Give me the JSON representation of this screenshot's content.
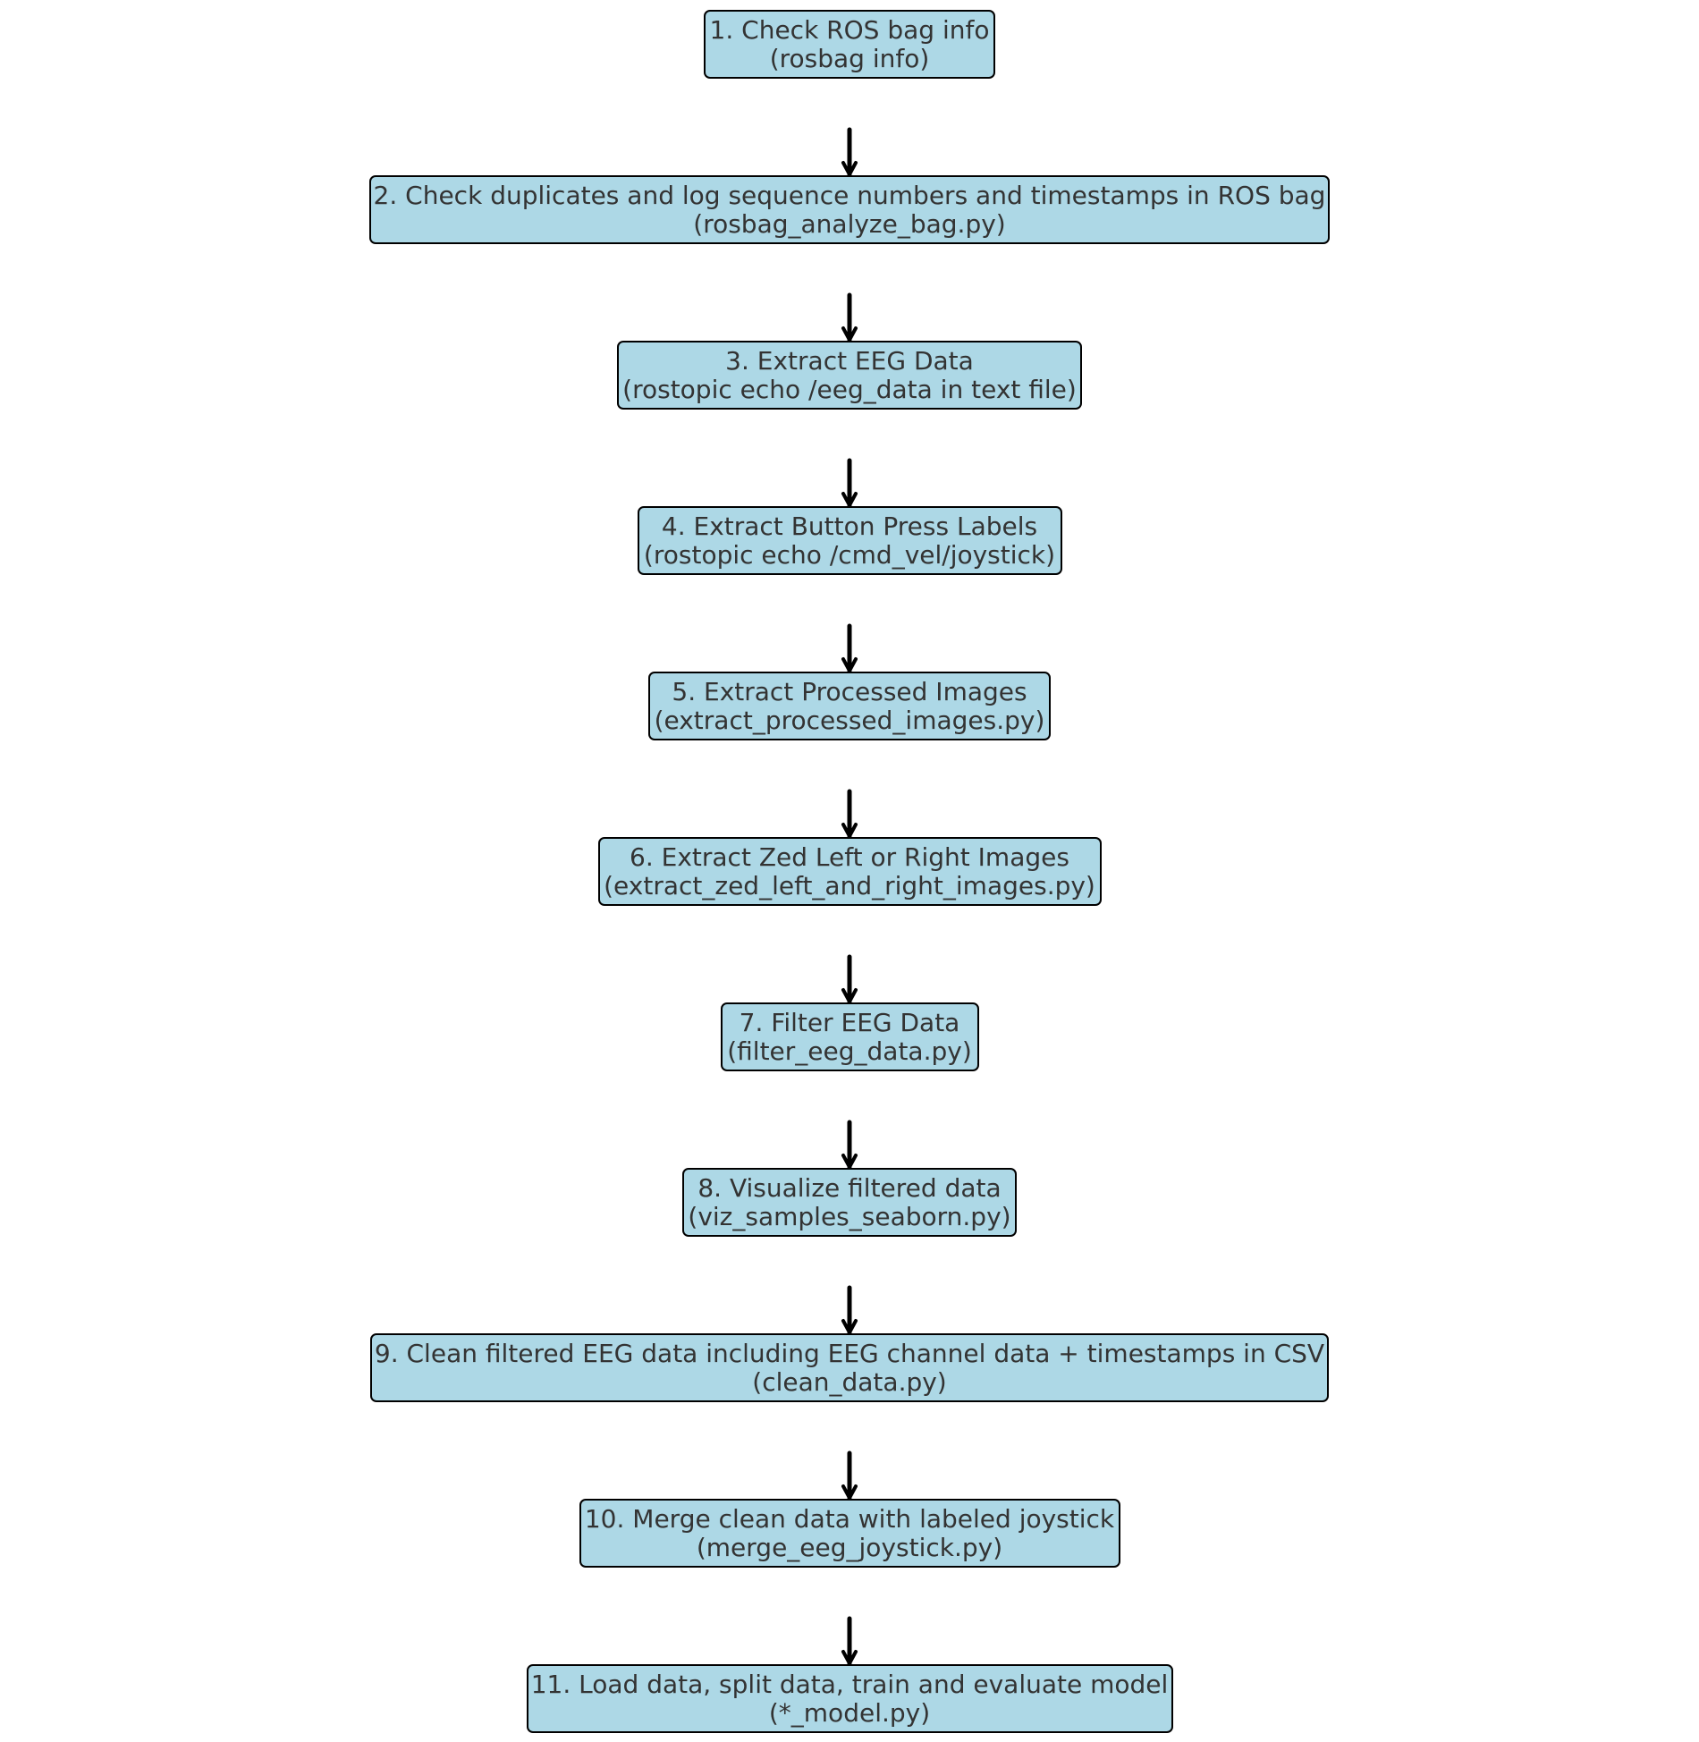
{
  "colors": {
    "box_fill": "#add8e6",
    "box_border": "#000000",
    "text": "#333333",
    "arrow": "#000000"
  },
  "steps": [
    {
      "label": "1. Check ROS bag info",
      "tool": "(rosbag info)"
    },
    {
      "label": "2. Check duplicates and log sequence numbers and timestamps in ROS bag",
      "tool": "(rosbag_analyze_bag.py)"
    },
    {
      "label": "3. Extract EEG Data",
      "tool": "(rostopic echo /eeg_data in text file)"
    },
    {
      "label": "4. Extract Button Press Labels",
      "tool": "(rostopic echo /cmd_vel/joystick)"
    },
    {
      "label": "5. Extract Processed Images",
      "tool": "(extract_processed_images.py)"
    },
    {
      "label": "6. Extract Zed Left or Right Images",
      "tool": "(extract_zed_left_and_right_images.py)"
    },
    {
      "label": "7. Filter EEG Data",
      "tool": "(filter_eeg_data.py)"
    },
    {
      "label": "8. Visualize filtered data",
      "tool": "(viz_samples_seaborn.py)"
    },
    {
      "label": "9. Clean filtered EEG data including EEG channel data + timestamps in CSV",
      "tool": "(clean_data.py)"
    },
    {
      "label": "10. Merge clean data with labeled joystick",
      "tool": "(merge_eeg_joystick.py)"
    },
    {
      "label": "11. Load data, split data, train and evaluate model",
      "tool": "(*_model.py)"
    }
  ]
}
